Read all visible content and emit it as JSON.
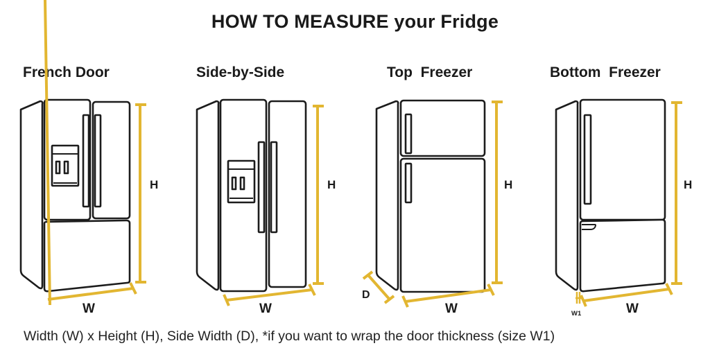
{
  "title": "HOW TO MEASURE your Fridge",
  "types": [
    {
      "label": "French Door"
    },
    {
      "label": "Side-by-Side"
    },
    {
      "label": "Top  Freezer"
    },
    {
      "label": "Bottom  Freezer"
    }
  ],
  "dimensions": {
    "height": "H",
    "width": "W",
    "depth": "D",
    "door_thickness": "W1"
  },
  "colors": {
    "dimension_line": "#e2b631",
    "outline": "#1c1c1c"
  },
  "caption": "Width (W) x Height (H), Side Width (D), *if you want to wrap the door thickness  (size W1)"
}
